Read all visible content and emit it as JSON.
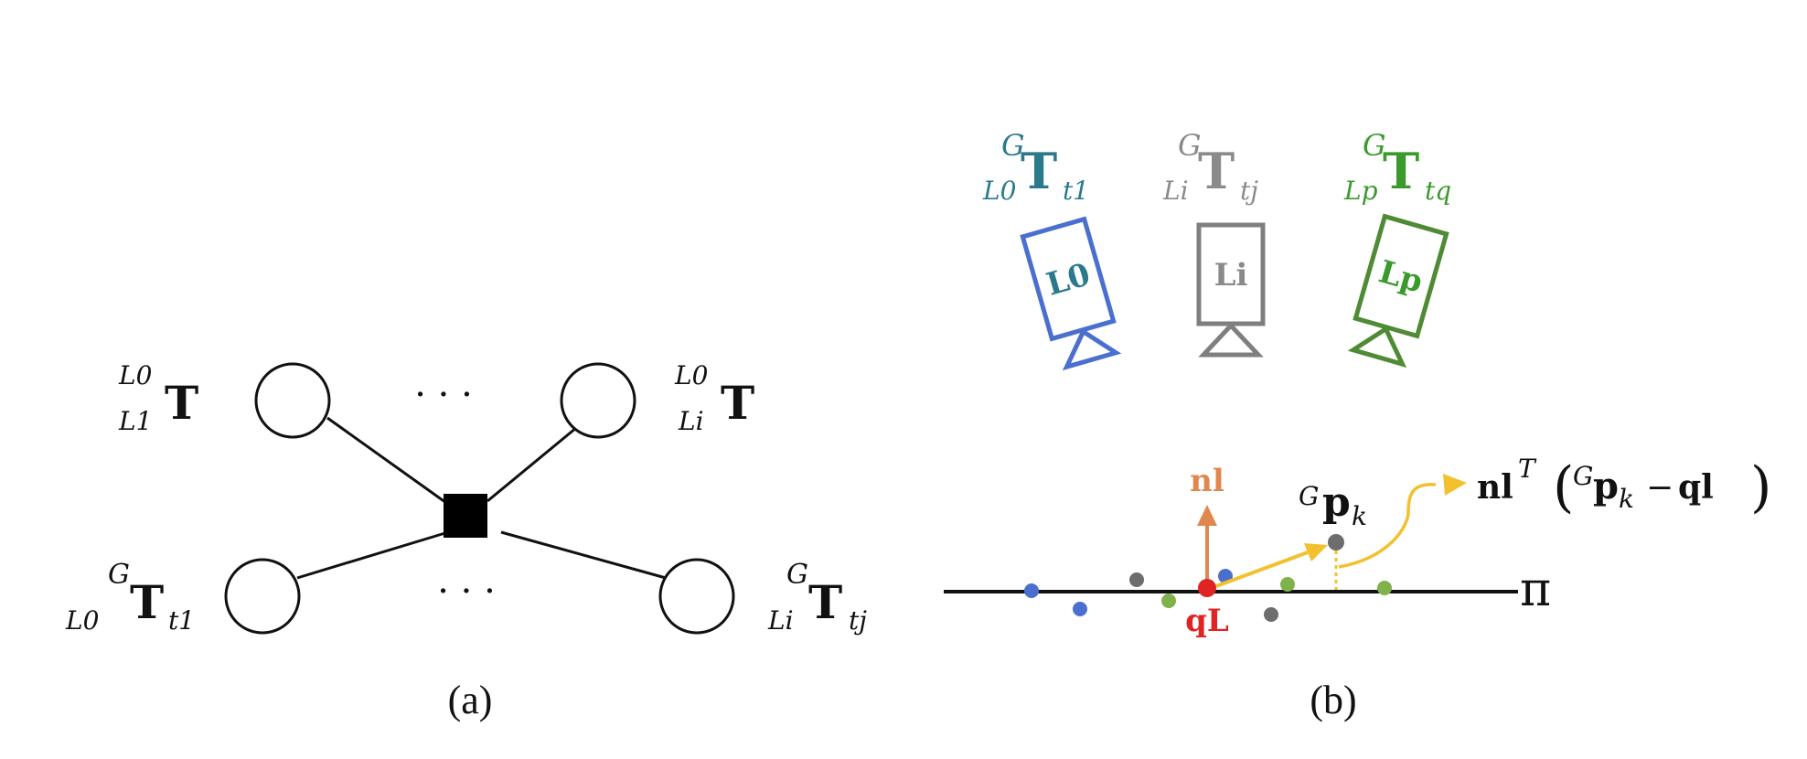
{
  "panel_a": {
    "caption": "(a)",
    "nodes": {
      "top_left": {
        "sup": "L0",
        "sub": "L1",
        "main": "T"
      },
      "top_right": {
        "sup": "L0",
        "sub": "Li",
        "main": "T"
      },
      "bot_left": {
        "sup": "G",
        "sub": "L0",
        "main": "T",
        "tsub": "t1"
      },
      "bot_right": {
        "sup": "G",
        "sub": "Li",
        "main": "T",
        "tsub": "tj"
      }
    },
    "ellipsis_top": "· · ·",
    "ellipsis_bottom": "· · ·"
  },
  "panel_b": {
    "caption": "(b)",
    "poses": [
      {
        "sup": "G",
        "sub": "L0",
        "main": "T",
        "tsub": "t1",
        "label": "L0",
        "color": "#2b7a8c",
        "frame_color": "#4a6fcf"
      },
      {
        "sup": "G",
        "sub": "Li",
        "main": "T",
        "tsub": "tj",
        "label": "Li",
        "color": "#8a8a8a",
        "frame_color": "#7f7f7f"
      },
      {
        "sup": "G",
        "sub": "Lp",
        "main": "T",
        "tsub": "tq",
        "label": "Lp",
        "color": "#3a9a2c",
        "frame_color": "#4f8a35"
      }
    ],
    "normal_label": "nl",
    "normal_color": "#e0874f",
    "point_label": "qL",
    "point_color": "#e02424",
    "gp_sup": "G",
    "gp_main": "p",
    "gp_sub": "k",
    "residual": {
      "n": "nl",
      "sup_T": "T",
      "sup_G": "G",
      "p": "p",
      "k": "k",
      "minus": "−",
      "q": "ql"
    },
    "residual_color": "#f2c12e",
    "plane_label": "π"
  }
}
